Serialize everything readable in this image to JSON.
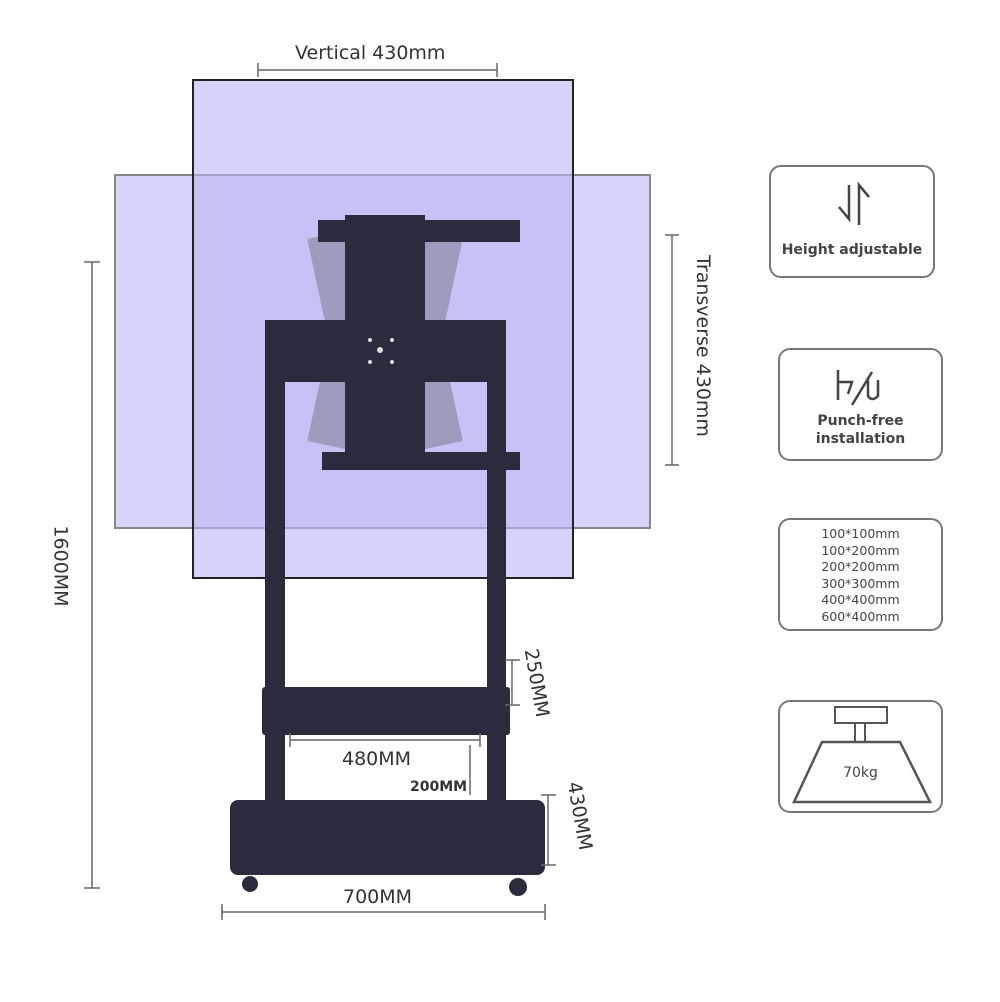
{
  "dimensions": {
    "vertical": "Vertical 430mm",
    "transverse": "Transverse 430mm",
    "height": "1600MM",
    "shelf_width": "480MM",
    "shelf_gap": "200MM",
    "shelf_depth": "250MM",
    "base_depth": "430MM",
    "base_width": "700MM"
  },
  "features": {
    "height": "Height adjustable",
    "punch_line1": "Punch-free",
    "punch_line2": "installation",
    "vesa": [
      "100*100mm",
      "100*200mm",
      "200*200mm",
      "300*300mm",
      "400*400mm",
      "600*400mm"
    ],
    "load": "70kg"
  },
  "colors": {
    "screen_fill": "#c8c7f6",
    "stand": "#2a2c3e"
  }
}
